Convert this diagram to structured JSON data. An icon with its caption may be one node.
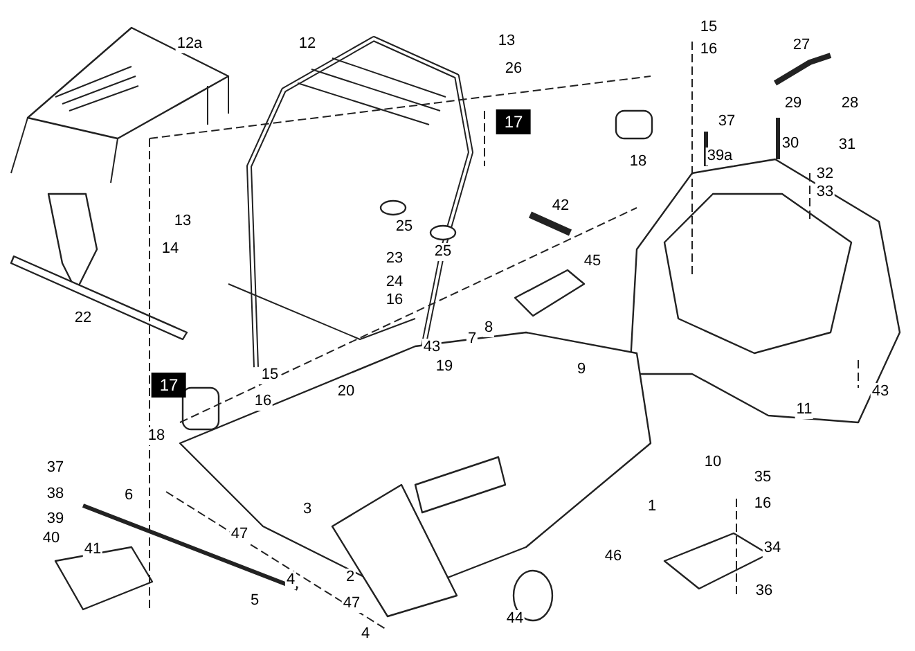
{
  "diagram": {
    "labels": [
      "12a",
      "12",
      "13",
      "15",
      "27",
      "16",
      "26",
      "29",
      "28",
      "17",
      "37",
      "30",
      "31",
      "18",
      "39a",
      "32",
      "33",
      "42",
      "13",
      "25",
      "14",
      "25",
      "23",
      "45",
      "24",
      "16",
      "22",
      "8",
      "7",
      "43",
      "19",
      "9",
      "15",
      "17",
      "16",
      "20",
      "43",
      "11",
      "18",
      "10",
      "37",
      "35",
      "6",
      "38",
      "3",
      "16",
      "1",
      "39",
      "47",
      "40",
      "41",
      "34",
      "46",
      "4",
      "2",
      "5",
      "36",
      "47",
      "44",
      "4"
    ]
  }
}
